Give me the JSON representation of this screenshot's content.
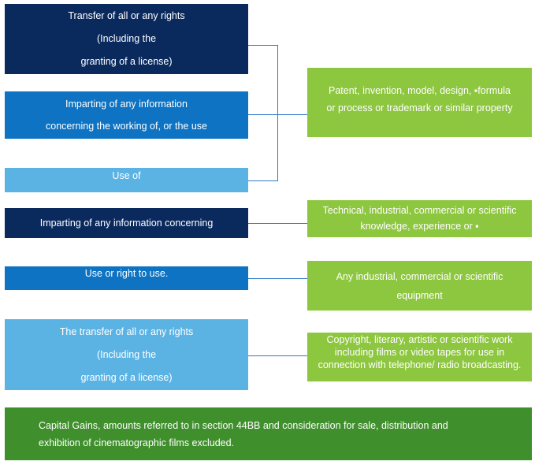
{
  "left_boxes": {
    "transfer_rights": [
      "Transfer of all or any rights",
      "(Including the",
      "granting of a license)"
    ],
    "imparting_info_working": [
      "Imparting of any information",
      "concerning the working of, or the use"
    ],
    "use_of": [
      "Use of"
    ],
    "imparting_info_concerning": [
      "Imparting of any information concerning"
    ],
    "use_or_right": [
      "Use or right to use."
    ],
    "transfer_rights_2": [
      "The transfer of all or any rights",
      "(Including the",
      "granting of a license)"
    ]
  },
  "right_boxes": {
    "patent": [
      "Patent, invention, model, design, ▪formula",
      "or process or trademark or similar property"
    ],
    "technical": [
      "Technical, industrial, commercial or scientific",
      "knowledge, experience or ▪"
    ],
    "equipment": [
      "Any industrial, commercial or scientific",
      "equipment"
    ],
    "copyright": [
      "Copyright, literary, artistic or scientific work",
      "including films or video tapes for use in",
      "connection with telephone/ radio broadcasting."
    ]
  },
  "bottom_box": [
    "Capital Gains, amounts referred to in section 44BB and consideration for sale, distribution and",
    "exhibition of cinematographic films excluded."
  ],
  "colors": {
    "navy": "#0a2a5e",
    "mid_blue": "#0d73c2",
    "light_blue": "#5bb3e4",
    "lime_green": "#8dc63f",
    "dark_green": "#3f8f2c",
    "connector": "#2f79c4"
  }
}
